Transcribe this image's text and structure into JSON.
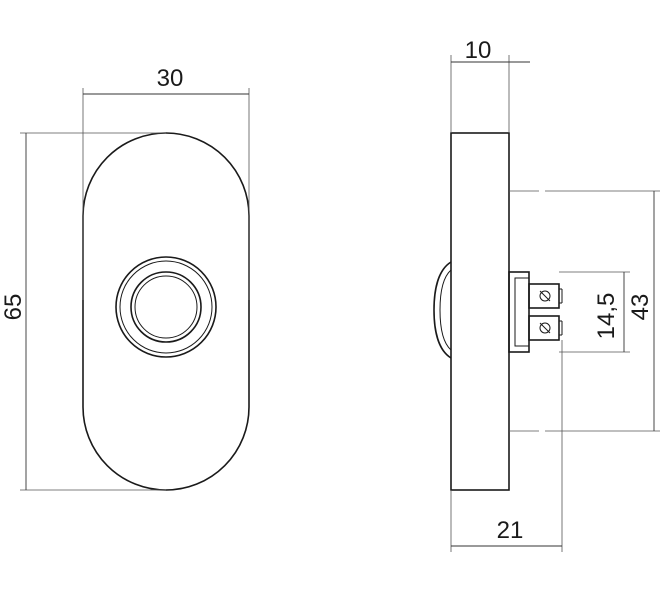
{
  "drawing": {
    "front_view": {
      "width_label": "30",
      "height_label": "65"
    },
    "side_view": {
      "depth_label": "10",
      "total_depth_label": "21",
      "outer_height_label": "43",
      "terminal_height_label": "14,5"
    }
  },
  "colors": {
    "line": "#1a1a1a",
    "background": "#ffffff"
  }
}
